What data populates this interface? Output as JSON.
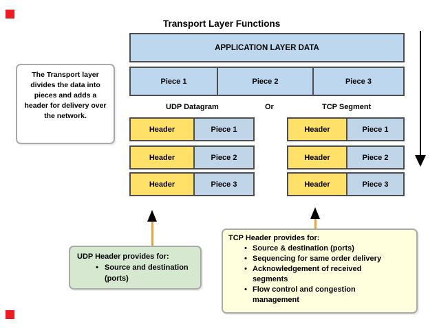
{
  "colors": {
    "blue-cell": "#BDD7EE",
    "grid-blue": "#C1D5E9",
    "yellow-cell": "#FFE069",
    "green-box": "#D6E8CF",
    "cream-box": "#FFFFDE",
    "arrow-orange": "#E8A33D",
    "marker-red": "#EC1C24",
    "cell-border": "#4D4D4D",
    "box-border": "#A9A9A9"
  },
  "title": "Transport Layer Functions",
  "application_layer_box": {
    "label": "APPLICATION LAYER DATA"
  },
  "pieces_row": {
    "cells": [
      "Piece 1",
      "Piece 2",
      "Piece 3"
    ]
  },
  "section_labels": {
    "udp": "UDP Datagram",
    "or": "Or",
    "tcp": "TCP Segment"
  },
  "udp_grid": {
    "rows": [
      {
        "header": "Header",
        "piece": "Piece 1"
      },
      {
        "header": "Header",
        "piece": "Piece 2"
      },
      {
        "header": "Header",
        "piece": "Piece 3"
      }
    ]
  },
  "tcp_grid": {
    "rows": [
      {
        "header": "Header",
        "piece": "Piece 1"
      },
      {
        "header": "Header",
        "piece": "Piece 2"
      },
      {
        "header": "Header",
        "piece": "Piece 3"
      }
    ]
  },
  "note_box": {
    "text": "The Transport layer divides the data into pieces and adds a header for delivery over the network."
  },
  "udp_info_box": {
    "title": "UDP Header provides for:",
    "bullet_char": "•",
    "bullets": [
      "Source and destination (ports)"
    ]
  },
  "tcp_info_box": {
    "title": "TCP Header provides for:",
    "bullet_char": "•",
    "bullets": [
      "Source & destination (ports)",
      "Sequencing for same order delivery",
      "Acknowledgement of received segments",
      "Flow control and congestion management"
    ]
  }
}
